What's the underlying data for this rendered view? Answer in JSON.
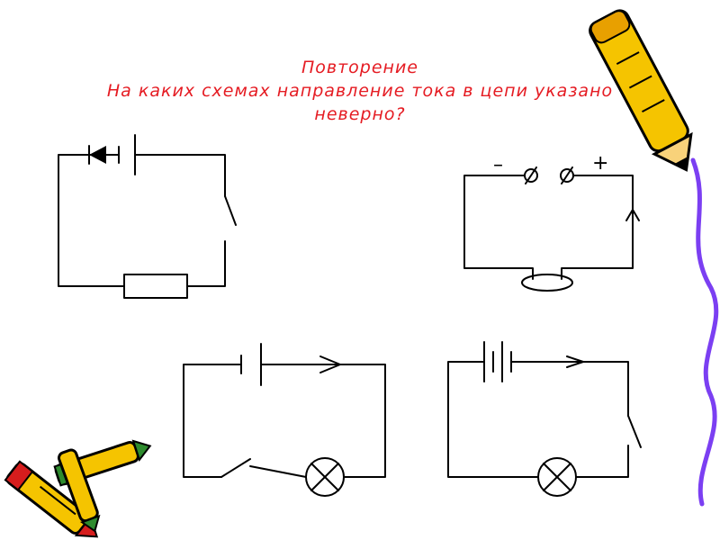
{
  "slide": {
    "title": "Повторение",
    "question_line1": "На каких схемах направление тока в цепи указано",
    "question_line2": "неверно?"
  },
  "circuits": [
    {
      "name": "circuit-diode-switch-resistor",
      "components": [
        "diode",
        "battery-cell",
        "switch",
        "resistor"
      ],
      "current_arrow": "pointing left into diode"
    },
    {
      "name": "circuit-terminals-coil",
      "terminal_labels": [
        "–",
        "+"
      ],
      "components": [
        "terminals",
        "coil"
      ],
      "current_arrow": "upward on right side"
    },
    {
      "name": "circuit-cell-switch-lamp",
      "components": [
        "battery-cell",
        "switch",
        "lamp"
      ],
      "current_arrow": "rightward on top wire"
    },
    {
      "name": "circuit-battery-switch-lamp",
      "components": [
        "battery",
        "switch",
        "lamp"
      ],
      "current_arrow": "rightward on top wire"
    }
  ],
  "colors": {
    "title": "#e51c23",
    "wire": "#000000",
    "pencil_body": "#f5c400",
    "pencil_outline": "#000000",
    "purple_line": "#7b3ff2"
  },
  "decorations": [
    "pencil-top-right",
    "crayons-bottom-left",
    "purple-wavy-line"
  ]
}
